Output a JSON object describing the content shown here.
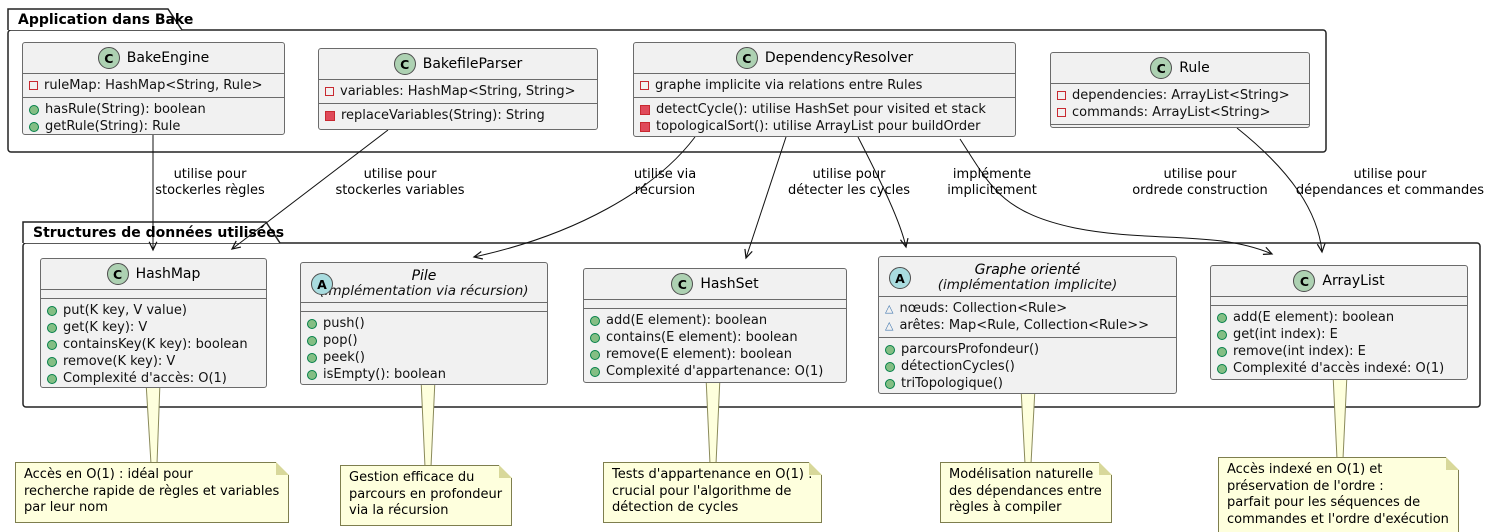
{
  "icons": {
    "class_letter": "C",
    "abstract_letter": "A",
    "package_triangle": "△"
  },
  "colors": {
    "class_fill": "#F1F1F1",
    "note_fill": "#FEFFDD",
    "class_circle_green": "#ADD1B2",
    "abstract_circle_cyan": "#A9DCDF",
    "private_red": "#C82930",
    "public_green": "#84BE84",
    "package_blue": "#4177AF",
    "arrow_black": "#111111"
  },
  "packages": [
    {
      "title": "Application dans Bake"
    },
    {
      "title": "Structures de données utilisées"
    }
  ],
  "classes": {
    "bakeEngine": {
      "name": "BakeEngine",
      "fields": [
        "ruleMap: HashMap<String, Rule>"
      ],
      "methods": [
        "hasRule(String): boolean",
        "getRule(String): Rule"
      ]
    },
    "bakefileParser": {
      "name": "BakefileParser",
      "fields": [
        "variables: HashMap<String, String>"
      ],
      "methods": [
        "replaceVariables(String): String"
      ]
    },
    "dependencyResolver": {
      "name": "DependencyResolver",
      "fields": [
        "graphe implicite via relations entre Rules"
      ],
      "methods": [
        "detectCycle(): utilise HashSet pour visited et stack",
        "topologicalSort(): utilise ArrayList pour buildOrder"
      ]
    },
    "rule": {
      "name": "Rule",
      "fields": [
        "dependencies: ArrayList<String>",
        "commands: ArrayList<String>"
      ]
    },
    "hashMap": {
      "name": "HashMap",
      "methods": [
        "put(K key, V value)",
        "get(K key): V",
        "containsKey(K key): boolean",
        "remove(K key): V",
        "Complexité d'accès: O(1)"
      ]
    },
    "pile": {
      "name": "Pile",
      "subtitle": "(implémentation via récursion)",
      "methods": [
        "push()",
        "pop()",
        "peek()",
        "isEmpty(): boolean"
      ]
    },
    "hashSet": {
      "name": "HashSet",
      "methods": [
        "add(E element): boolean",
        "contains(E element): boolean",
        "remove(E element): boolean",
        "Complexité d'appartenance: O(1)"
      ]
    },
    "grapheOriente": {
      "name": "Graphe orienté",
      "subtitle": "(implémentation implicite)",
      "fields": [
        "nœuds: Collection<Rule>",
        "arêtes: Map<Rule, Collection<Rule>>"
      ],
      "methods": [
        "parcoursProfondeur()",
        "détectionCycles()",
        "triTopologique()"
      ]
    },
    "arrayList": {
      "name": "ArrayList",
      "methods": [
        "add(E element): boolean",
        "get(int index): E",
        "remove(int index): E",
        "Complexité d'accès indexé: O(1)"
      ]
    }
  },
  "edges": [
    {
      "from": "BakeEngine",
      "to": "HashMap",
      "label": "utilise pour\nstockerles règles"
    },
    {
      "from": "BakefileParser",
      "to": "HashMap",
      "label": "utilise pour\nstockerles variables"
    },
    {
      "from": "DependencyResolver",
      "to": "Pile",
      "label": "utilise via\nrécursion"
    },
    {
      "from": "DependencyResolver",
      "to": "HashSet",
      "label": "utilise pour\ndétecter les cycles"
    },
    {
      "from": "DependencyResolver",
      "to": "Graphe orienté",
      "label": "implémente\nimplicitement"
    },
    {
      "from": "DependencyResolver",
      "to": "ArrayList",
      "label": "utilise pour\nordrede construction"
    },
    {
      "from": "Rule",
      "to": "ArrayList",
      "label": "utilise pour\ndépendances et commandes"
    }
  ],
  "notes": [
    {
      "attached_to": "HashMap",
      "text": "Accès en O(1) : idéal pour\nrecherche rapide de règles et variables\npar leur nom"
    },
    {
      "attached_to": "Pile",
      "text": "Gestion efficace du\nparcours en profondeur\nvia la récursion"
    },
    {
      "attached_to": "HashSet",
      "text": "Tests d'appartenance en O(1) :\ncrucial pour l'algorithme de\ndétection de cycles"
    },
    {
      "attached_to": "Graphe orienté",
      "text": "Modélisation naturelle\ndes dépendances entre\nrègles à compiler"
    },
    {
      "attached_to": "ArrayList",
      "text": "Accès indexé en O(1) et\npréservation de l'ordre :\nparfait pour les séquences de\ncommandes et l'ordre d'exécution"
    }
  ]
}
